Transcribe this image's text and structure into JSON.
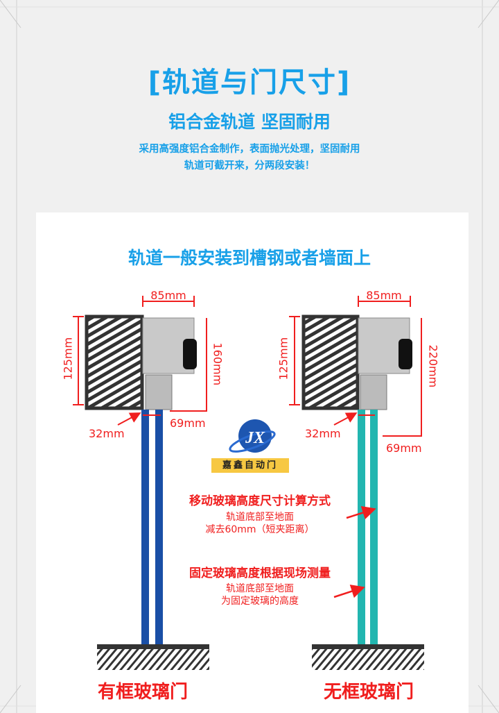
{
  "header": {
    "title": "[轨道与门尺寸]",
    "subtitle": "铝合金轨道 坚固耐用",
    "desc_line1": "采用高强度铝合金制作，表面抛光处理，坚固耐用",
    "desc_line2": "轨道可截开来，分两段安装！"
  },
  "panel": {
    "heading": "轨道一般安装到槽钢或者墙面上",
    "left_diagram": {
      "width_label": "85mm",
      "wall_height_label": "125mm",
      "total_height_label": "160mm",
      "gap_label": "32mm",
      "depth_label": "69mm",
      "caption": "有框玻璃门",
      "glass_color": "#1a4fa6"
    },
    "right_diagram": {
      "width_label": "85mm",
      "wall_height_label": "125mm",
      "total_height_label": "220mm",
      "gap_label": "32mm",
      "depth_label": "69mm",
      "caption": "无框玻璃门",
      "glass_color": "#22b6b0"
    },
    "brand": {
      "name": "嘉鑫自动门",
      "logo_letters": "JX"
    },
    "notes": [
      {
        "title": "移动玻璃高度尺寸计算方式",
        "line1": "轨道底部至地面",
        "line2": "减去60mm（短夹距离）"
      },
      {
        "title": "固定玻璃高度根据现场测量",
        "line1": "轨道底部至地面",
        "line2": "为固定玻璃的高度"
      }
    ]
  },
  "colors": {
    "accent_blue": "#18a0e8",
    "dimension_red": "#f01e1e"
  }
}
